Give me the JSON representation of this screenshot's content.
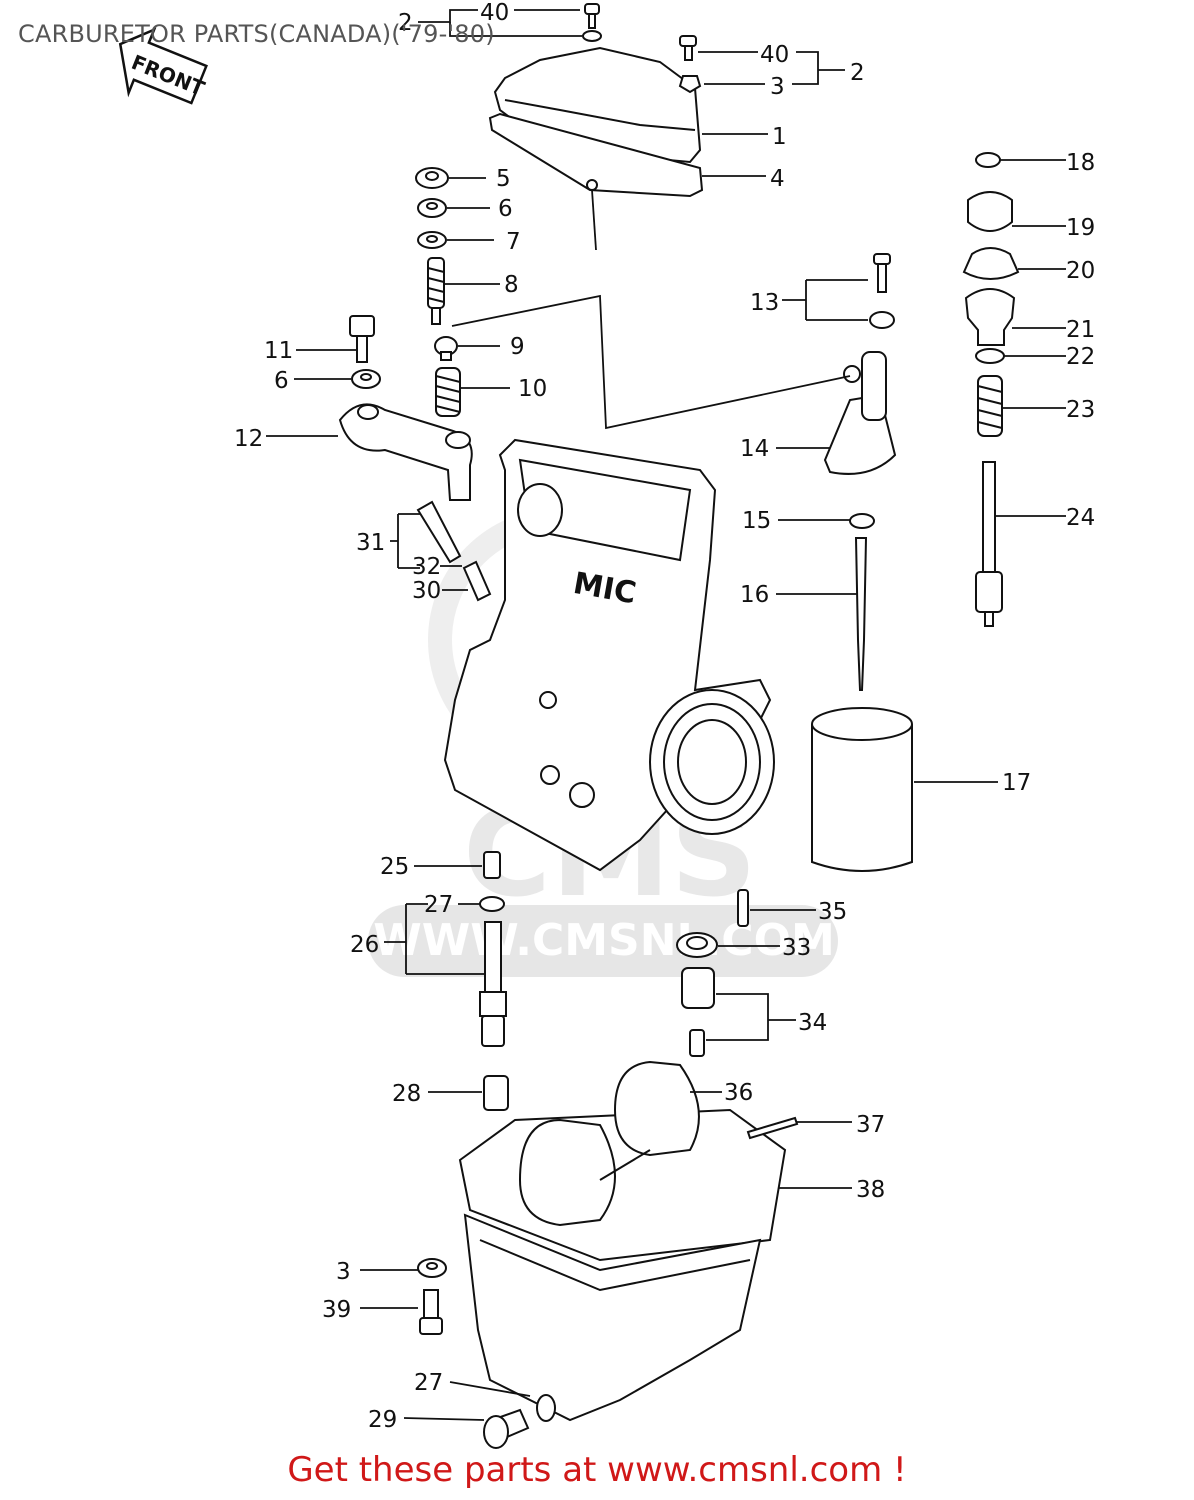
{
  "title": "CARBURETOR PARTS(CANADA)('79-'80)",
  "footer": "Get these parts at www.cmsnl.com !",
  "watermark": {
    "domain": "WWW.CMSNL.COM",
    "brand": "CMS"
  },
  "front_label": "FRONT",
  "body_mark": "MIC",
  "callouts": [
    "1",
    "2",
    "2",
    "3",
    "3",
    "4",
    "5",
    "6",
    "6",
    "7",
    "8",
    "9",
    "10",
    "11",
    "12",
    "13",
    "14",
    "15",
    "16",
    "17",
    "18",
    "19",
    "20",
    "21",
    "22",
    "23",
    "24",
    "25",
    "26",
    "27",
    "27",
    "28",
    "29",
    "30",
    "31",
    "32",
    "33",
    "34",
    "35",
    "36",
    "37",
    "38",
    "39",
    "40",
    "40"
  ],
  "colors": {
    "footer": "#d01818",
    "title": "#555555",
    "watermark": "#d8d8d8"
  }
}
